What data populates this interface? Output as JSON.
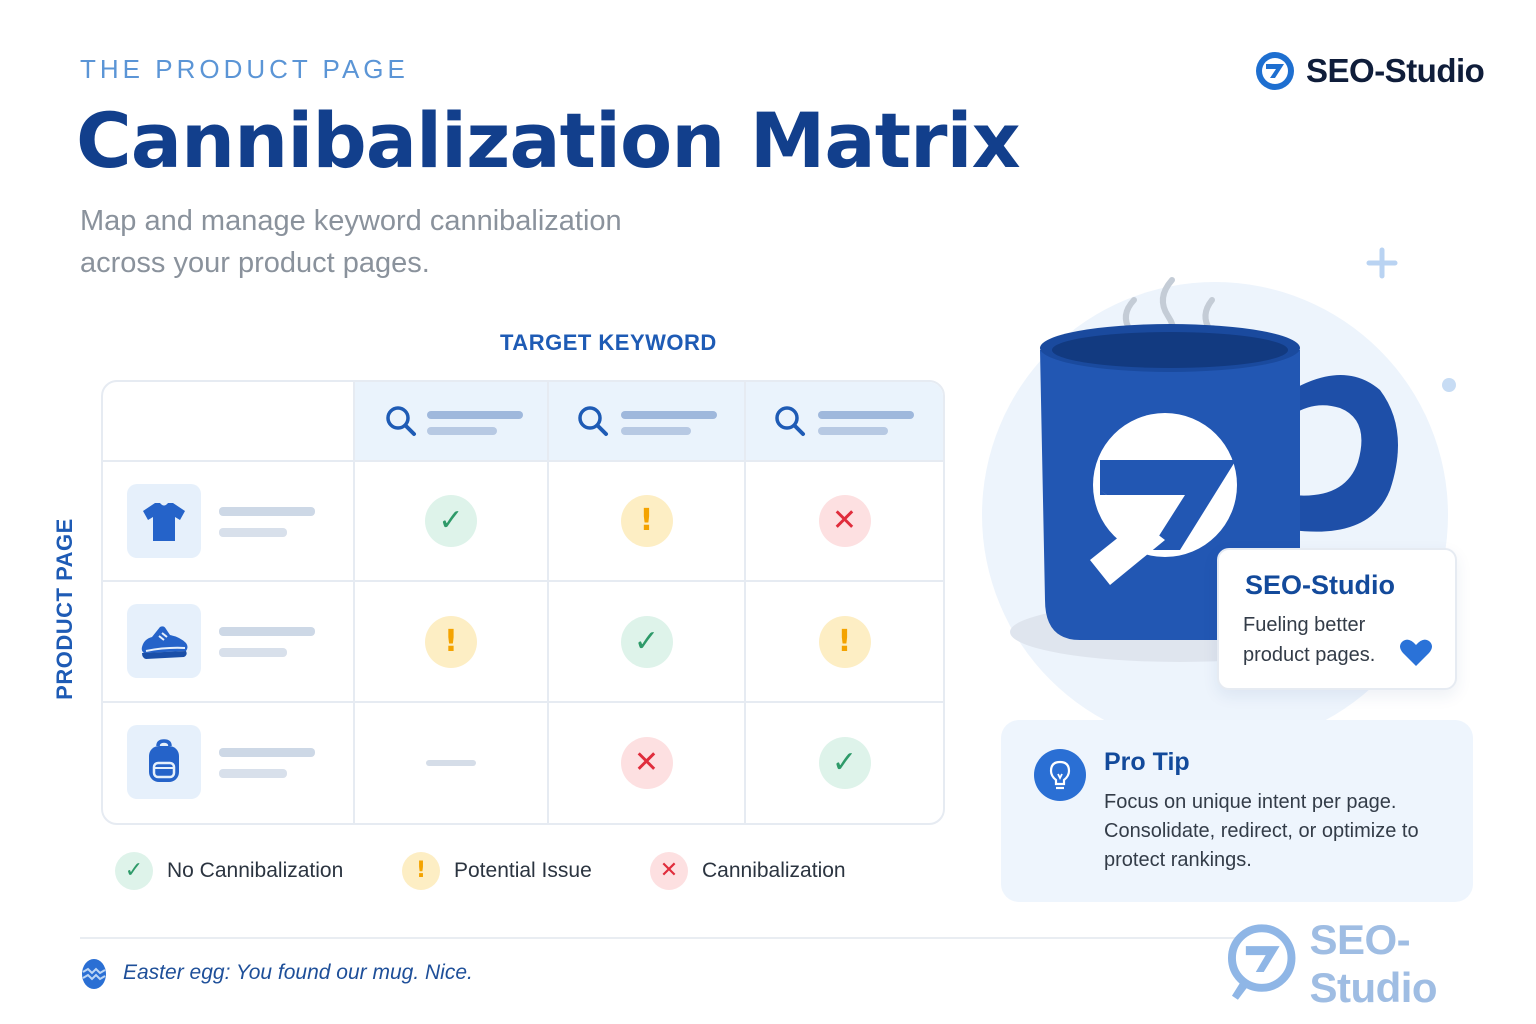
{
  "header": {
    "eyebrow": "THE PRODUCT PAGE",
    "title": "Cannibalization Matrix",
    "subtitle": "Map and manage keyword cannibalization across your product pages."
  },
  "brand": {
    "name": "SEO-Studio",
    "color": "#1e5bb5"
  },
  "matrix": {
    "column_axis_label": "TARGET KEYWORD",
    "row_axis_label": "PRODUCT PAGE",
    "columns": [
      {
        "icon": "search-icon"
      },
      {
        "icon": "search-icon"
      },
      {
        "icon": "search-icon"
      }
    ],
    "rows": [
      {
        "icon": "t-shirt-icon",
        "cells": [
          "ok",
          "warn",
          "bad"
        ]
      },
      {
        "icon": "sneaker-icon",
        "cells": [
          "warn",
          "ok",
          "warn"
        ]
      },
      {
        "icon": "backpack-icon",
        "cells": [
          "none",
          "bad",
          "ok"
        ]
      }
    ]
  },
  "legend": {
    "ok": "No Cannibalization",
    "warn": "Potential Issue",
    "bad": "Cannibalization"
  },
  "mug_card": {
    "title": "SEO-Studio",
    "body": "Fueling better product pages."
  },
  "pro_tip": {
    "title": "Pro Tip",
    "body": "Focus on unique intent per page. Consolidate, redirect, or optimize to protect rankings."
  },
  "footer": {
    "easter_egg": "Easter egg: You found our mug. Nice.",
    "brand": "SEO-Studio"
  },
  "colors": {
    "primary": "#123f8c",
    "accent": "#1e5bb5",
    "ok": "#2e9a69",
    "warn": "#f4a300",
    "bad": "#e02d3c"
  }
}
